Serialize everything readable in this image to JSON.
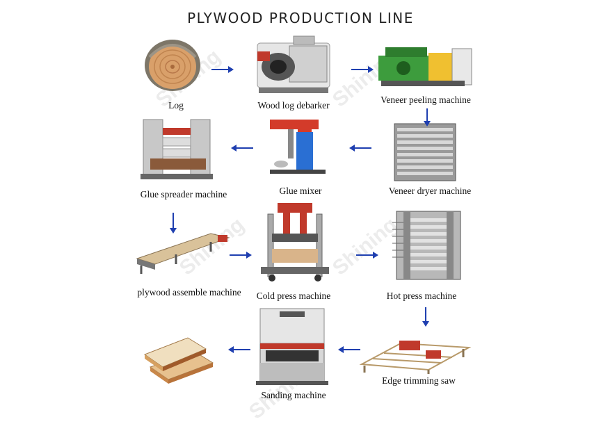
{
  "title": "PLYWOOD PRODUCTION LINE",
  "arrow_color": "#1f3fb0",
  "watermark": "Shining",
  "steps": [
    {
      "id": "log",
      "label": "Log"
    },
    {
      "id": "debarker",
      "label": "Wood log debarker"
    },
    {
      "id": "peeling",
      "label": "Veneer peeling machine"
    },
    {
      "id": "dryer",
      "label": "Veneer dryer machine"
    },
    {
      "id": "mixer",
      "label": "Glue mixer"
    },
    {
      "id": "spreader",
      "label": "Glue spreader machine"
    },
    {
      "id": "assemble",
      "label": "plywood assemble machine"
    },
    {
      "id": "coldpress",
      "label": "Cold press machine"
    },
    {
      "id": "hotpress",
      "label": "Hot press machine"
    },
    {
      "id": "trimming",
      "label": "Edge trimming saw"
    },
    {
      "id": "sanding",
      "label": "Sanding machine"
    },
    {
      "id": "plywood",
      "label": ""
    }
  ]
}
